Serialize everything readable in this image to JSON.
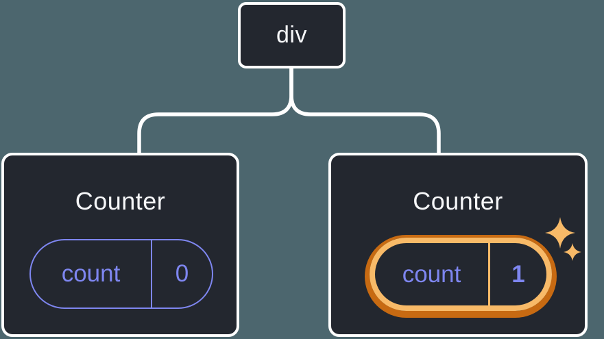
{
  "diagram": {
    "root": {
      "label": "div"
    },
    "children": [
      {
        "title": "Counter",
        "state_key": "count",
        "state_value": "0",
        "highlighted": false
      },
      {
        "title": "Counter",
        "state_key": "count",
        "state_value": "1",
        "highlighted": true
      }
    ]
  },
  "colors": {
    "background": "#4C666E",
    "node_background": "#23272F",
    "node_border": "#FFFFFF",
    "text": "#F6F7F9",
    "state_purple": "#7E86F0",
    "highlight_orange": "#F8BA68",
    "highlight_orange_dark": "#C76A12"
  },
  "icons": {
    "sparkles": "four-point-star"
  }
}
